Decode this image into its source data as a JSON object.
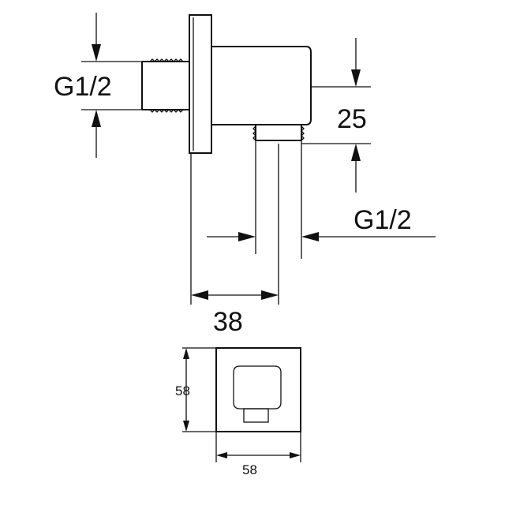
{
  "labels": {
    "inlet_thread": "G1/2",
    "outlet_thread": "G1/2",
    "height_dim": "25",
    "depth_dim": "38",
    "plate_height": "58",
    "plate_width": "58"
  }
}
